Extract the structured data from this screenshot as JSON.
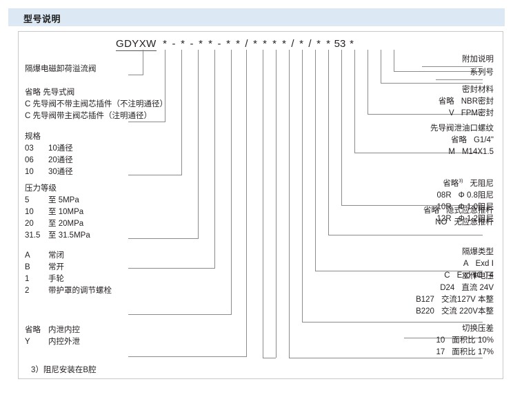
{
  "header": {
    "title": "型号说明"
  },
  "code": {
    "prefix": "GDYXW",
    "chars": "* - * - * * - * * / * * * * / * / * * 53 *"
  },
  "left_items": [
    {
      "name": "product-name",
      "lines": [
        {
          "code": "",
          "desc": "隔爆电磁卸荷溢流阀"
        }
      ]
    },
    {
      "name": "pilot-valve-type",
      "lines": [
        {
          "code": "",
          "desc": "省略 先导式阀"
        },
        {
          "code": "",
          "desc": "C 先导阀不带主阀芯插件（不注明通径）"
        },
        {
          "code": "",
          "desc": "C 先导阀带主阀芯插件（注明通径）"
        }
      ]
    },
    {
      "name": "specification",
      "lines": [
        {
          "code": "",
          "desc": "规格"
        },
        {
          "code": "03",
          "desc": "10通径"
        },
        {
          "code": "06",
          "desc": "20通径"
        },
        {
          "code": "10",
          "desc": "30通径"
        }
      ]
    },
    {
      "name": "pressure-rating",
      "lines": [
        {
          "code": "",
          "desc": "压力等级"
        },
        {
          "code": "5",
          "desc": "至  5MPa"
        },
        {
          "code": "10",
          "desc": "至 10MPa"
        },
        {
          "code": "20",
          "desc": "至 20MPa"
        },
        {
          "code": "31.5",
          "desc": "至 31.5MPa"
        }
      ]
    },
    {
      "name": "valve-state",
      "lines": [
        {
          "code": "A",
          "desc": "常闭"
        },
        {
          "code": "B",
          "desc": "常开"
        }
      ]
    },
    {
      "name": "adjustment-type",
      "lines": [
        {
          "code": "1",
          "desc": "手轮"
        },
        {
          "code": "2",
          "desc": "带护罩的调节螺栓"
        }
      ]
    },
    {
      "name": "drain-control",
      "lines": [
        {
          "code": "省略",
          "desc": "内泄内控"
        },
        {
          "code": "Y",
          "desc": "内控外泄"
        }
      ]
    }
  ],
  "right_items": [
    {
      "name": "additional-note",
      "lines": [
        {
          "code": "",
          "desc": "附加说明"
        }
      ]
    },
    {
      "name": "series-number",
      "lines": [
        {
          "code": "",
          "desc": "系列号"
        }
      ]
    },
    {
      "name": "seal-material",
      "lines": [
        {
          "code": "",
          "desc": "密封材料"
        },
        {
          "code": "省略",
          "desc": "NBR密封"
        },
        {
          "code": "V",
          "desc": "FPM密封"
        }
      ]
    },
    {
      "name": "pilot-drain-thread",
      "lines": [
        {
          "code": "",
          "desc": "先导阀泄油口螺纹"
        },
        {
          "code": "省略",
          "desc": "G1/4\""
        },
        {
          "code": "M",
          "desc": "M14X1.5"
        }
      ]
    },
    {
      "name": "damping-orifice",
      "lines": [
        {
          "code": "省略",
          "desc": "无阻尼",
          "sup": "3)"
        },
        {
          "code": "08R",
          "desc": "Φ 0.8阻尼"
        },
        {
          "code": "10R",
          "desc": "Φ 1.0阻尼"
        },
        {
          "code": "12R",
          "desc": "Φ 1.2阻尼"
        }
      ]
    },
    {
      "name": "emergency-push-rod",
      "lines": [
        {
          "code": "省略",
          "desc": "隐式应急推杆"
        },
        {
          "code": "NO",
          "desc": "无应急推杆"
        }
      ]
    },
    {
      "name": "explosion-proof-type",
      "lines": [
        {
          "code": "",
          "desc": "隔爆类型"
        },
        {
          "code": "A",
          "desc": "Exd Ⅰ"
        },
        {
          "code": "C",
          "desc": "Exd ⅡC T4"
        }
      ]
    },
    {
      "name": "working-voltage",
      "lines": [
        {
          "code": "",
          "desc": "工作电压"
        },
        {
          "code": "D24",
          "desc": "直流 24V"
        },
        {
          "code": "B127",
          "desc": "交流127V 本整"
        },
        {
          "code": "B220",
          "desc": "交流 220V本整"
        }
      ]
    },
    {
      "name": "switching-pressure-difference",
      "lines": [
        {
          "code": "",
          "desc": "切换压差"
        },
        {
          "code": "10",
          "desc": "面积比  10%"
        },
        {
          "code": "17",
          "desc": "面积比  17%"
        }
      ]
    }
  ],
  "footnote": "3）阻尼安装在B腔"
}
